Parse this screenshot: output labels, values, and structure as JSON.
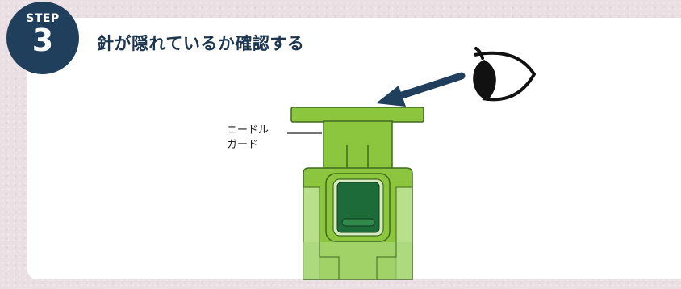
{
  "step": {
    "label": "STEP",
    "number": "3"
  },
  "title": "針が隠れているか確認する",
  "needle_guard_label": {
    "line1": "ニードル",
    "line2": "ガード"
  },
  "colors": {
    "badge": "#1f3f5c",
    "title": "#1d3650",
    "device_green": "#8cc63f",
    "device_outline": "#3f6b1f",
    "window_dark": "#1e6b3a",
    "arrow": "#1f3f5c"
  },
  "icons": [
    "eye-icon",
    "arrow-icon"
  ]
}
